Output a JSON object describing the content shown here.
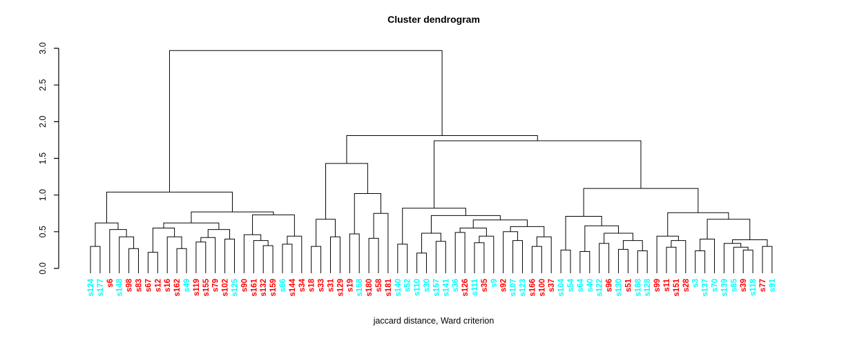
{
  "figure": {
    "title": "Cluster dendrogram",
    "xlabel": "jaccard distance, Ward criterion"
  },
  "chart_data": {
    "type": "dendrogram",
    "title": "Cluster dendrogram",
    "xlabel": "jaccard distance, Ward criterion",
    "ylabel": "",
    "ylim": [
      0,
      3.0
    ],
    "yticks": [
      "0.0",
      "0.5",
      "1.0",
      "1.5",
      "2.0",
      "2.5",
      "3.0"
    ],
    "grid": false,
    "line_color": "#000000",
    "label_colors": {
      "red": "#FF0000",
      "cyan": "#00FFFF"
    },
    "leaves": [
      {
        "label": "s124",
        "color": "#00FFFF"
      },
      {
        "label": "s177",
        "color": "#00FFFF"
      },
      {
        "label": "s6",
        "color": "#FF0000"
      },
      {
        "label": "s148",
        "color": "#00FFFF"
      },
      {
        "label": "s98",
        "color": "#FF0000"
      },
      {
        "label": "s83",
        "color": "#FF0000"
      },
      {
        "label": "s67",
        "color": "#FF0000"
      },
      {
        "label": "s12",
        "color": "#FF0000"
      },
      {
        "label": "s16",
        "color": "#FF0000"
      },
      {
        "label": "s162",
        "color": "#FF0000"
      },
      {
        "label": "s49",
        "color": "#00FFFF"
      },
      {
        "label": "s119",
        "color": "#FF0000"
      },
      {
        "label": "s155",
        "color": "#FF0000"
      },
      {
        "label": "s79",
        "color": "#FF0000"
      },
      {
        "label": "s102",
        "color": "#FF0000"
      },
      {
        "label": "s125",
        "color": "#00FFFF"
      },
      {
        "label": "s90",
        "color": "#FF0000"
      },
      {
        "label": "s161",
        "color": "#FF0000"
      },
      {
        "label": "s132",
        "color": "#FF0000"
      },
      {
        "label": "s159",
        "color": "#FF0000"
      },
      {
        "label": "s66",
        "color": "#00FFFF"
      },
      {
        "label": "s144",
        "color": "#FF0000"
      },
      {
        "label": "s34",
        "color": "#FF0000"
      },
      {
        "label": "s18",
        "color": "#FF0000"
      },
      {
        "label": "s33",
        "color": "#FF0000"
      },
      {
        "label": "s31",
        "color": "#FF0000"
      },
      {
        "label": "s129",
        "color": "#FF0000"
      },
      {
        "label": "s19",
        "color": "#FF0000"
      },
      {
        "label": "s158",
        "color": "#00FFFF"
      },
      {
        "label": "s180",
        "color": "#FF0000"
      },
      {
        "label": "s58",
        "color": "#FF0000"
      },
      {
        "label": "s181",
        "color": "#FF0000"
      },
      {
        "label": "s140",
        "color": "#00FFFF"
      },
      {
        "label": "s52",
        "color": "#00FFFF"
      },
      {
        "label": "s110",
        "color": "#00FFFF"
      },
      {
        "label": "s30",
        "color": "#00FFFF"
      },
      {
        "label": "s157",
        "color": "#00FFFF"
      },
      {
        "label": "s141",
        "color": "#00FFFF"
      },
      {
        "label": "s36",
        "color": "#00FFFF"
      },
      {
        "label": "s126",
        "color": "#FF0000"
      },
      {
        "label": "s111",
        "color": "#00FFFF"
      },
      {
        "label": "s35",
        "color": "#FF0000"
      },
      {
        "label": "s9",
        "color": "#00FFFF"
      },
      {
        "label": "s92",
        "color": "#FF0000"
      },
      {
        "label": "s107",
        "color": "#00FFFF"
      },
      {
        "label": "s123",
        "color": "#00FFFF"
      },
      {
        "label": "s166",
        "color": "#FF0000"
      },
      {
        "label": "s100",
        "color": "#FF0000"
      },
      {
        "label": "s37",
        "color": "#FF0000"
      },
      {
        "label": "s104",
        "color": "#00FFFF"
      },
      {
        "label": "s54",
        "color": "#00FFFF"
      },
      {
        "label": "s64",
        "color": "#00FFFF"
      },
      {
        "label": "s40",
        "color": "#00FFFF"
      },
      {
        "label": "s122",
        "color": "#00FFFF"
      },
      {
        "label": "s96",
        "color": "#FF0000"
      },
      {
        "label": "s130",
        "color": "#00FFFF"
      },
      {
        "label": "s51",
        "color": "#FF0000"
      },
      {
        "label": "s188",
        "color": "#00FFFF"
      },
      {
        "label": "s128",
        "color": "#00FFFF"
      },
      {
        "label": "s99",
        "color": "#FF0000"
      },
      {
        "label": "s11",
        "color": "#FF0000"
      },
      {
        "label": "s151",
        "color": "#FF0000"
      },
      {
        "label": "s28",
        "color": "#FF0000"
      },
      {
        "label": "s3",
        "color": "#00FFFF"
      },
      {
        "label": "s137",
        "color": "#00FFFF"
      },
      {
        "label": "s70",
        "color": "#00FFFF"
      },
      {
        "label": "s139",
        "color": "#00FFFF"
      },
      {
        "label": "s85",
        "color": "#00FFFF"
      },
      {
        "label": "s39",
        "color": "#FF0000"
      },
      {
        "label": "s118",
        "color": "#00FFFF"
      },
      {
        "label": "s77",
        "color": "#FF0000"
      },
      {
        "label": "s91",
        "color": "#00FFFF"
      }
    ],
    "tree": {
      "h": 2.97,
      "c": [
        {
          "h": 1.04,
          "c": [
            {
              "h": 0.62,
              "c": [
                {
                  "h": 0.3,
                  "c": [
                    "s124",
                    "s177"
                  ]
                },
                {
                  "h": 0.53,
                  "c": [
                    "s6",
                    {
                      "h": 0.43,
                      "c": [
                        "s148",
                        {
                          "h": 0.27,
                          "c": [
                            "s98",
                            "s83"
                          ]
                        }
                      ]
                    }
                  ]
                }
              ]
            },
            {
              "h": 0.77,
              "c": [
                {
                  "h": 0.62,
                  "c": [
                    {
                      "h": 0.55,
                      "c": [
                        {
                          "h": 0.22,
                          "c": [
                            "s67",
                            "s12"
                          ]
                        },
                        {
                          "h": 0.43,
                          "c": [
                            "s16",
                            {
                              "h": 0.27,
                              "c": [
                                "s162",
                                "s49"
                              ]
                            }
                          ]
                        }
                      ]
                    },
                    {
                      "h": 0.53,
                      "c": [
                        {
                          "h": 0.42,
                          "c": [
                            {
                              "h": 0.36,
                              "c": [
                                "s119",
                                "s155"
                              ]
                            },
                            "s79"
                          ]
                        },
                        {
                          "h": 0.4,
                          "c": [
                            "s102",
                            "s125"
                          ]
                        }
                      ]
                    }
                  ]
                },
                {
                  "h": 0.73,
                  "c": [
                    {
                      "h": 0.46,
                      "c": [
                        "s90",
                        {
                          "h": 0.38,
                          "c": [
                            "s161",
                            {
                              "h": 0.31,
                              "c": [
                                "s132",
                                "s159"
                              ]
                            }
                          ]
                        }
                      ]
                    },
                    {
                      "h": 0.44,
                      "c": [
                        {
                          "h": 0.33,
                          "c": [
                            "s66",
                            "s144"
                          ]
                        },
                        "s34"
                      ]
                    }
                  ]
                }
              ]
            }
          ]
        },
        {
          "h": 1.81,
          "c": [
            {
              "h": 1.43,
              "c": [
                {
                  "h": 0.67,
                  "c": [
                    {
                      "h": 0.3,
                      "c": [
                        "s18",
                        "s33"
                      ]
                    },
                    {
                      "h": 0.43,
                      "c": [
                        "s31",
                        "s129"
                      ]
                    }
                  ]
                },
                {
                  "h": 1.02,
                  "c": [
                    {
                      "h": 0.47,
                      "c": [
                        "s19",
                        "s158"
                      ]
                    },
                    {
                      "h": 0.75,
                      "c": [
                        {
                          "h": 0.41,
                          "c": [
                            "s180",
                            "s58"
                          ]
                        },
                        "s181"
                      ]
                    }
                  ]
                }
              ]
            },
            {
              "h": 1.74,
              "c": [
                {
                  "h": 0.82,
                  "c": [
                    {
                      "h": 0.33,
                      "c": [
                        "s140",
                        "s52"
                      ]
                    },
                    {
                      "h": 0.72,
                      "c": [
                        {
                          "h": 0.48,
                          "c": [
                            {
                              "h": 0.21,
                              "c": [
                                "s110",
                                "s30"
                              ]
                            },
                            {
                              "h": 0.37,
                              "c": [
                                "s157",
                                "s141"
                              ]
                            }
                          ]
                        },
                        {
                          "h": 0.66,
                          "c": [
                            {
                              "h": 0.55,
                              "c": [
                                {
                                  "h": 0.49,
                                  "c": [
                                    "s36",
                                    "s126"
                                  ]
                                },
                                {
                                  "h": 0.44,
                                  "c": [
                                    {
                                      "h": 0.35,
                                      "c": [
                                        "s111",
                                        "s35"
                                      ]
                                    },
                                    "s9"
                                  ]
                                }
                              ]
                            },
                            {
                              "h": 0.57,
                              "c": [
                                {
                                  "h": 0.5,
                                  "c": [
                                    "s92",
                                    {
                                      "h": 0.38,
                                      "c": [
                                        "s107",
                                        "s123"
                                      ]
                                    }
                                  ]
                                },
                                {
                                  "h": 0.43,
                                  "c": [
                                    {
                                      "h": 0.3,
                                      "c": [
                                        "s166",
                                        "s100"
                                      ]
                                    },
                                    "s37"
                                  ]
                                }
                              ]
                            }
                          ]
                        }
                      ]
                    }
                  ]
                },
                {
                  "h": 1.09,
                  "c": [
                    {
                      "h": 0.71,
                      "c": [
                        {
                          "h": 0.25,
                          "c": [
                            "s104",
                            "s54"
                          ]
                        },
                        {
                          "h": 0.58,
                          "c": [
                            {
                              "h": 0.23,
                              "c": [
                                "s64",
                                "s40"
                              ]
                            },
                            {
                              "h": 0.48,
                              "c": [
                                {
                                  "h": 0.34,
                                  "c": [
                                    "s122",
                                    "s96"
                                  ]
                                },
                                {
                                  "h": 0.38,
                                  "c": [
                                    {
                                      "h": 0.26,
                                      "c": [
                                        "s130",
                                        "s51"
                                      ]
                                    },
                                    {
                                      "h": 0.24,
                                      "c": [
                                        "s188",
                                        "s128"
                                      ]
                                    }
                                  ]
                                }
                              ]
                            }
                          ]
                        }
                      ]
                    },
                    {
                      "h": 0.76,
                      "c": [
                        {
                          "h": 0.44,
                          "c": [
                            "s99",
                            {
                              "h": 0.38,
                              "c": [
                                {
                                  "h": 0.29,
                                  "c": [
                                    "s11",
                                    "s151"
                                  ]
                                },
                                "s28"
                              ]
                            }
                          ]
                        },
                        {
                          "h": 0.67,
                          "c": [
                            {
                              "h": 0.4,
                              "c": [
                                {
                                  "h": 0.24,
                                  "c": [
                                    "s3",
                                    "s137"
                                  ]
                                },
                                "s70"
                              ]
                            },
                            {
                              "h": 0.39,
                              "c": [
                                {
                                  "h": 0.34,
                                  "c": [
                                    "s139",
                                    {
                                      "h": 0.29,
                                      "c": [
                                        "s85",
                                        {
                                          "h": 0.25,
                                          "c": [
                                            "s39",
                                            "s118"
                                          ]
                                        }
                                      ]
                                    }
                                  ]
                                },
                                {
                                  "h": 0.3,
                                  "c": [
                                    "s77",
                                    "s91"
                                  ]
                                }
                              ]
                            }
                          ]
                        }
                      ]
                    }
                  ]
                }
              ]
            }
          ]
        }
      ]
    }
  }
}
